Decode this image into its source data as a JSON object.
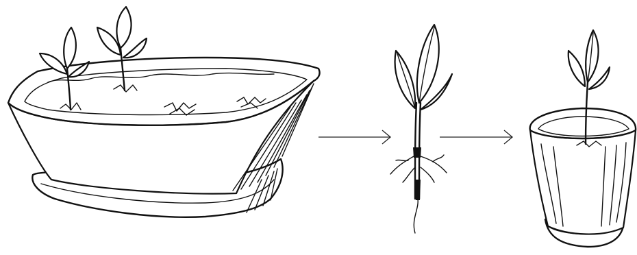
{
  "diagram": {
    "steps": [
      {
        "id": "seedlings-in-tray",
        "icon": "seed-tray-icon"
      },
      {
        "id": "uprooted-seedling",
        "icon": "seedling-icon"
      },
      {
        "id": "transplanted-seedling",
        "icon": "flower-pot-icon"
      }
    ],
    "connectors": [
      "arrow-right-icon",
      "arrow-right-icon"
    ],
    "colors": {
      "ink": "#111111",
      "background": "#ffffff"
    }
  }
}
